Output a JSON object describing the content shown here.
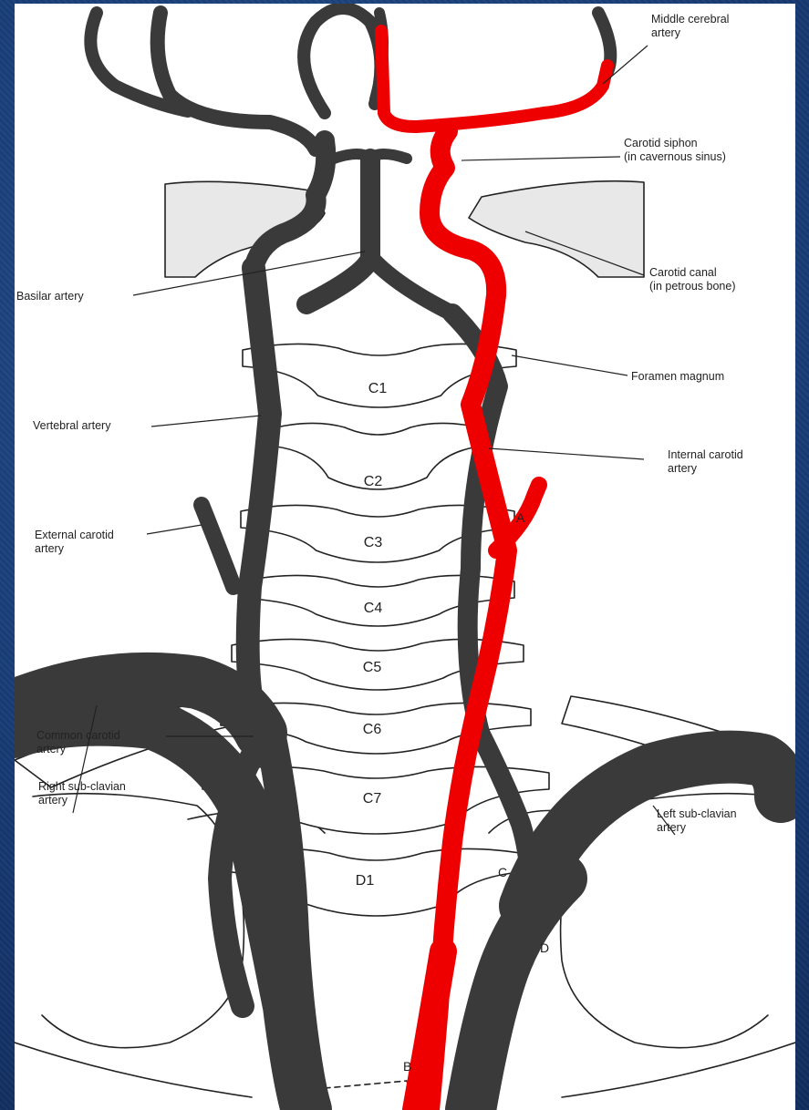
{
  "labels": {
    "middle_cerebral": [
      "Middle cerebral",
      "artery"
    ],
    "carotid_siphon": [
      "Carotid siphon",
      "(in cavernous sinus)"
    ],
    "carotid_canal": [
      "Carotid canal",
      "(in petrous bone)"
    ],
    "basilar": [
      "Basilar artery"
    ],
    "foramen_magnum": [
      "Foramen magnum"
    ],
    "vertebral": [
      "Vertebral artery"
    ],
    "internal_carotid": [
      "Internal carotid",
      "artery"
    ],
    "external_carotid": [
      "External carotid",
      "artery"
    ],
    "common_carotid": [
      "Common carotid",
      "artery"
    ],
    "right_subclavian": [
      "Right sub-clavian",
      "artery"
    ],
    "left_subclavian": [
      "Left sub-clavian",
      "artery"
    ]
  },
  "vertebrae": [
    "C1",
    "C2",
    "C3",
    "C4",
    "C5",
    "C6",
    "C7",
    "D1"
  ],
  "markers": [
    "A",
    "B",
    "C",
    "D"
  ],
  "colors": {
    "background": "#1b3f7a",
    "artery_dark": "#3a3a3a",
    "highlight": "#ee0000",
    "bone_fill": "#ffffff",
    "ink": "#222222"
  }
}
